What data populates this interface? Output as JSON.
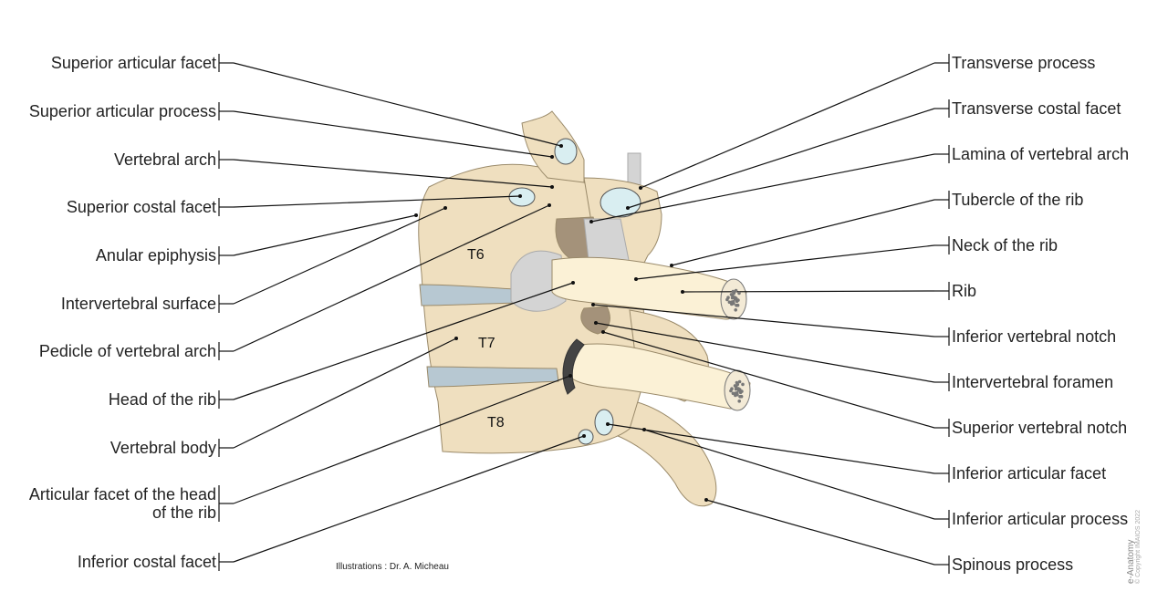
{
  "left_labels": [
    {
      "text": "Superior articular facet"
    },
    {
      "text": "Superior articular process"
    },
    {
      "text": "Vertebral arch"
    },
    {
      "text": "Superior costal facet"
    },
    {
      "text": "Anular epiphysis"
    },
    {
      "text": "Intervertebral surface"
    },
    {
      "text": "Pedicle of vertebral arch"
    },
    {
      "text": "Head of the rib"
    },
    {
      "text": "Vertebral body"
    },
    {
      "text": "Articular facet of the head\nof the rib"
    },
    {
      "text": "Inferior costal facet"
    }
  ],
  "right_labels": [
    {
      "text": "Transverse process"
    },
    {
      "text": "Transverse costal facet"
    },
    {
      "text": "Lamina of vertebral arch"
    },
    {
      "text": "Tubercle of the rib"
    },
    {
      "text": "Neck of the rib"
    },
    {
      "text": "Rib"
    },
    {
      "text": "Inferior vertebral notch"
    },
    {
      "text": "Intervertebral foramen"
    },
    {
      "text": "Superior vertebral notch"
    },
    {
      "text": "Inferior articular facet"
    },
    {
      "text": "Inferior articular process"
    },
    {
      "text": "Spinous process"
    }
  ],
  "vertebra_labels": {
    "t6": "T6",
    "t7": "T7",
    "t8": "T8"
  },
  "credit": "Illustrations : Dr. A. Micheau",
  "brand": {
    "name": "e-Anatomy",
    "copyright": "© Copyright IMAIOS 2022"
  },
  "colors": {
    "bone": "#efdfbf",
    "bone_outline": "#9a8a6a",
    "rib": "#fbf1d6",
    "disc": "#b7c8d2",
    "facet": "#d9eef1",
    "foramen": "#a4927a",
    "ligament": "#d4d4d4",
    "leader": "#111111"
  }
}
